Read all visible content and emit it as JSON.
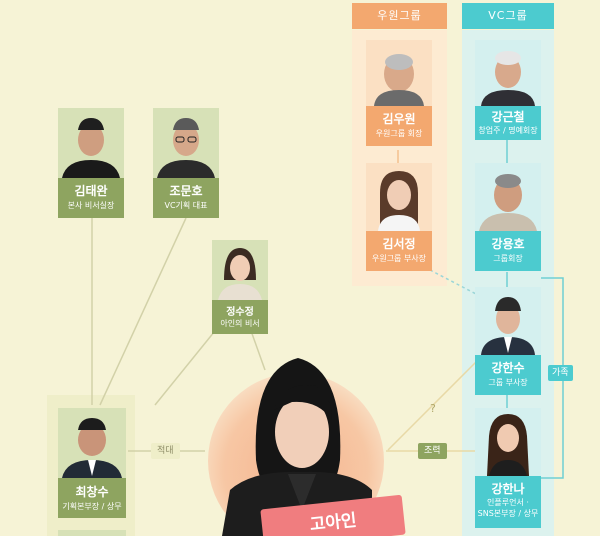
{
  "groups": {
    "woowon": {
      "label": "우원그룹"
    },
    "vc": {
      "label": "VC그룹"
    }
  },
  "cards": {
    "kim_woowon": {
      "name": "김우원",
      "role": "우원그룹 회장"
    },
    "kim_seojung": {
      "name": "김서정",
      "role": "우원그룹 부사장"
    },
    "kang_geuncheol": {
      "name": "강근철",
      "role": "창업주 / 명예회장"
    },
    "kang_yongho": {
      "name": "강용호",
      "role": "그룹회장"
    },
    "kang_hansu": {
      "name": "강한수",
      "role": "그룹 부사장"
    },
    "kang_hanna": {
      "name": "강한나",
      "role_line1": "인플루언서 ·",
      "role_line2": "SNS본부장 / 상무"
    },
    "kim_taewan": {
      "name": "김태완",
      "role": "본사 비서실장"
    },
    "jo_munho": {
      "name": "조문호",
      "role": "VC기획 대표"
    },
    "jeong_sujeong": {
      "name": "정수정",
      "role": "아인의 비서"
    },
    "choi_changsu": {
      "name": "최창수",
      "role": "기획본부장 / 상무"
    },
    "go_ain": {
      "name": "고아인"
    }
  },
  "relations": {
    "enemy": "적대",
    "cooperate": "조력",
    "family": "가족",
    "unknown": "?"
  },
  "colors": {
    "background": "#f6f3d6",
    "woowon": "#f3a86f",
    "vc": "#4ccbcf",
    "olive": "#8ea460"
  }
}
